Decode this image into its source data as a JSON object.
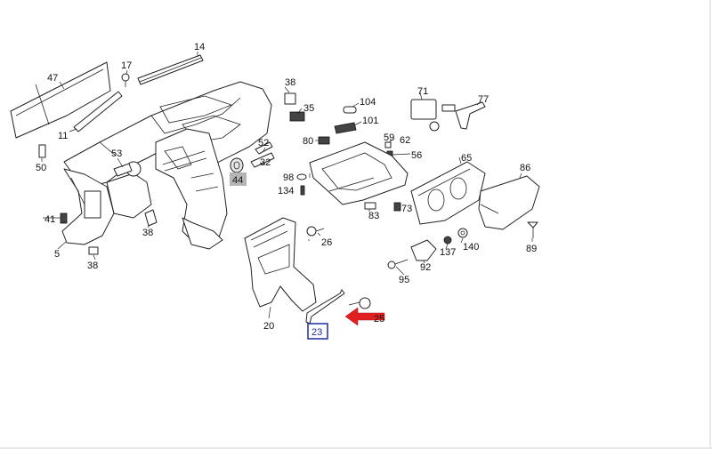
{
  "parts": [
    {
      "id": "14"
    },
    {
      "id": "17"
    },
    {
      "id": "47"
    },
    {
      "id": "11"
    },
    {
      "id": "50"
    },
    {
      "id": "53"
    },
    {
      "id": "52"
    },
    {
      "id": "44"
    },
    {
      "id": "41"
    },
    {
      "id": "5"
    },
    {
      "id": "38a",
      "text": "38"
    },
    {
      "id": "38b",
      "text": "38"
    },
    {
      "id": "38c",
      "text": "38"
    },
    {
      "id": "35"
    },
    {
      "id": "32"
    },
    {
      "id": "98"
    },
    {
      "id": "134"
    },
    {
      "id": "80"
    },
    {
      "id": "104"
    },
    {
      "id": "101"
    },
    {
      "id": "59"
    },
    {
      "id": "62"
    },
    {
      "id": "56"
    },
    {
      "id": "71"
    },
    {
      "id": "77"
    },
    {
      "id": "83"
    },
    {
      "id": "73"
    },
    {
      "id": "26"
    },
    {
      "id": "20"
    },
    {
      "id": "23"
    },
    {
      "id": "25"
    },
    {
      "id": "65"
    },
    {
      "id": "86"
    },
    {
      "id": "89"
    },
    {
      "id": "140"
    },
    {
      "id": "137"
    },
    {
      "id": "92"
    },
    {
      "id": "95"
    }
  ],
  "highlight": {
    "part": "23",
    "color": "#1a2fa0"
  },
  "shaded_label": {
    "part": "44",
    "color": "#b5b5b5"
  },
  "arrow": {
    "color": "#e02020",
    "points_to": "23"
  }
}
